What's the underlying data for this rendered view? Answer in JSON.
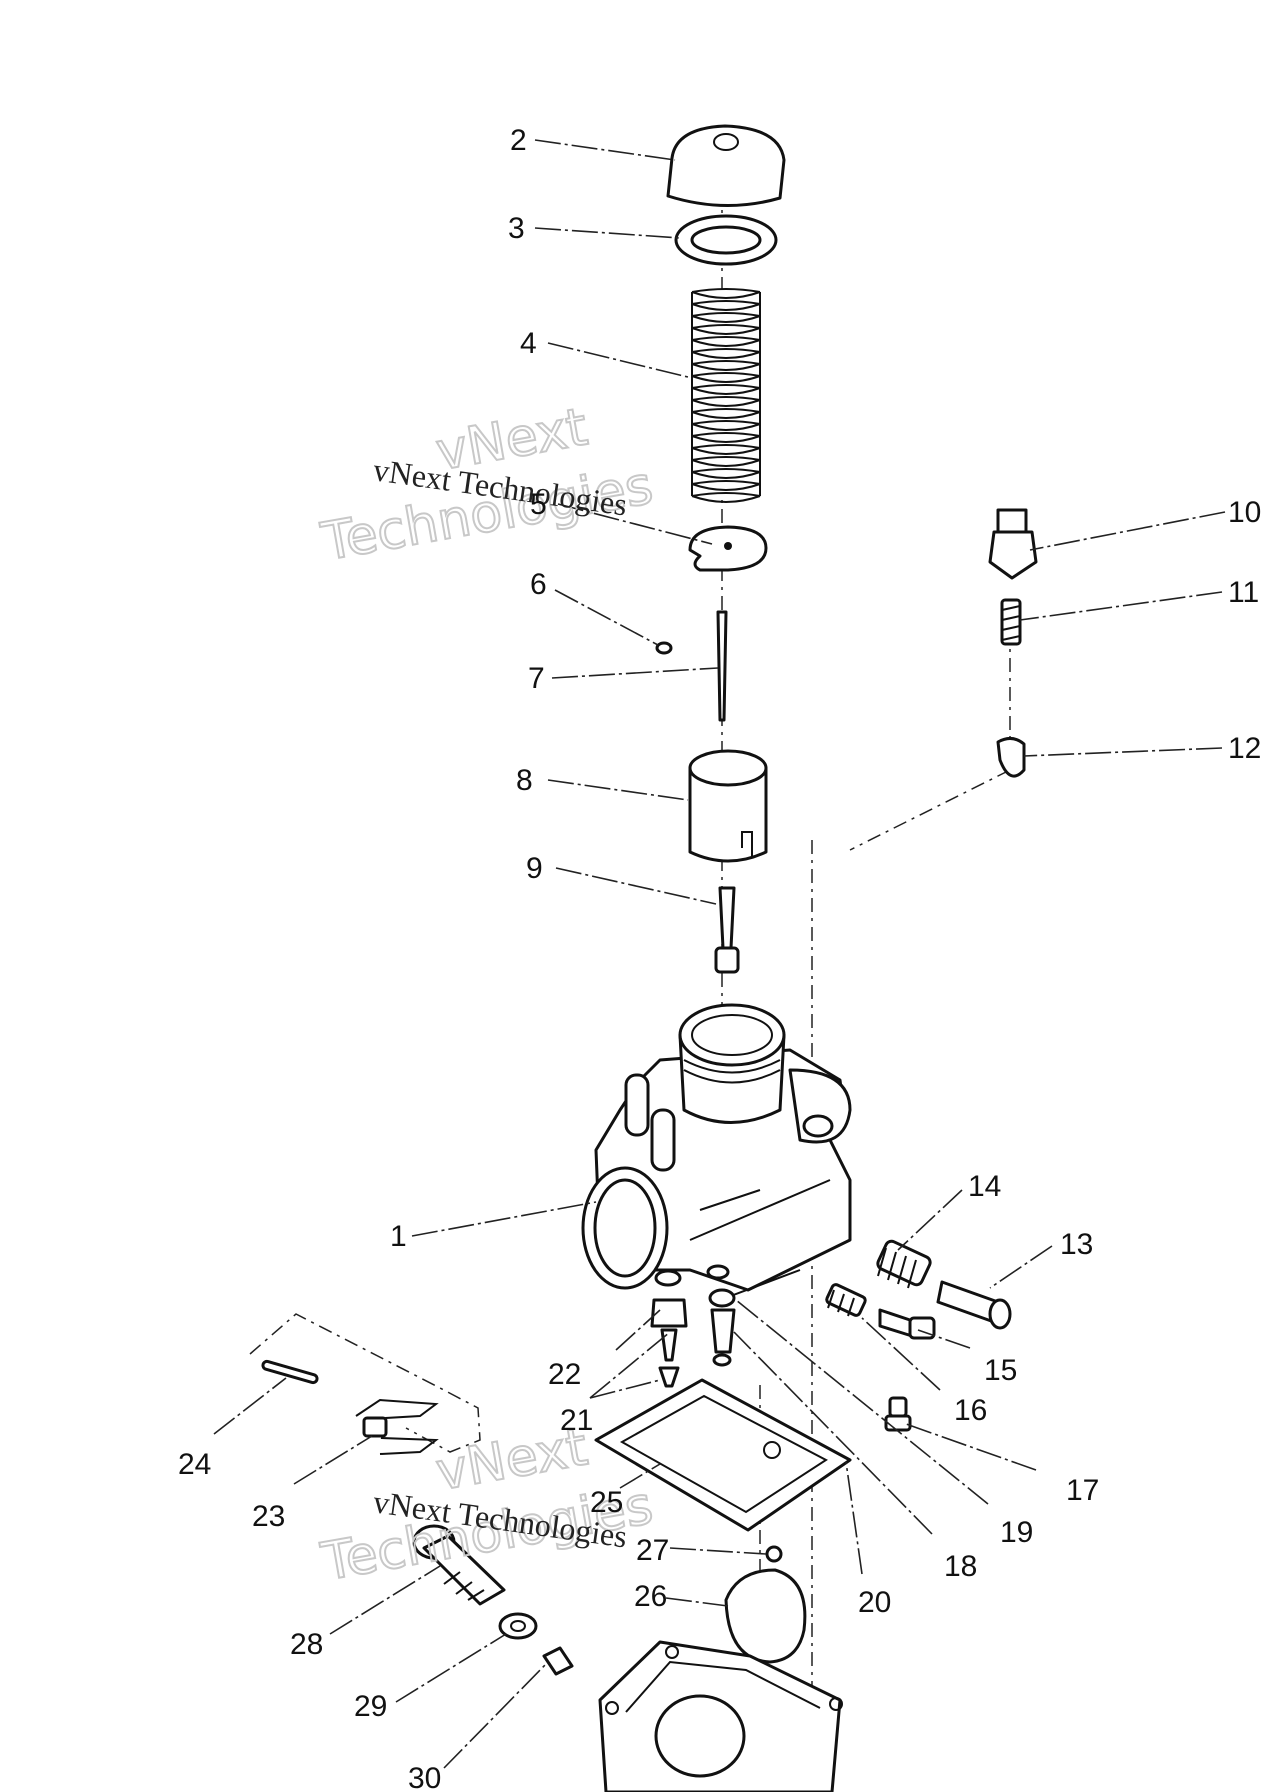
{
  "callouts": [
    "1",
    "2",
    "3",
    "4",
    "5",
    "6",
    "7",
    "8",
    "9",
    "10",
    "11",
    "12",
    "13",
    "14",
    "15",
    "16",
    "17",
    "18",
    "19",
    "20",
    "21",
    "22",
    "23",
    "24",
    "25",
    "26",
    "27",
    "28",
    "29",
    "30"
  ],
  "watermark": {
    "primary": "vNext Technologies",
    "secondary": [
      "vNext",
      "Technologies"
    ]
  }
}
